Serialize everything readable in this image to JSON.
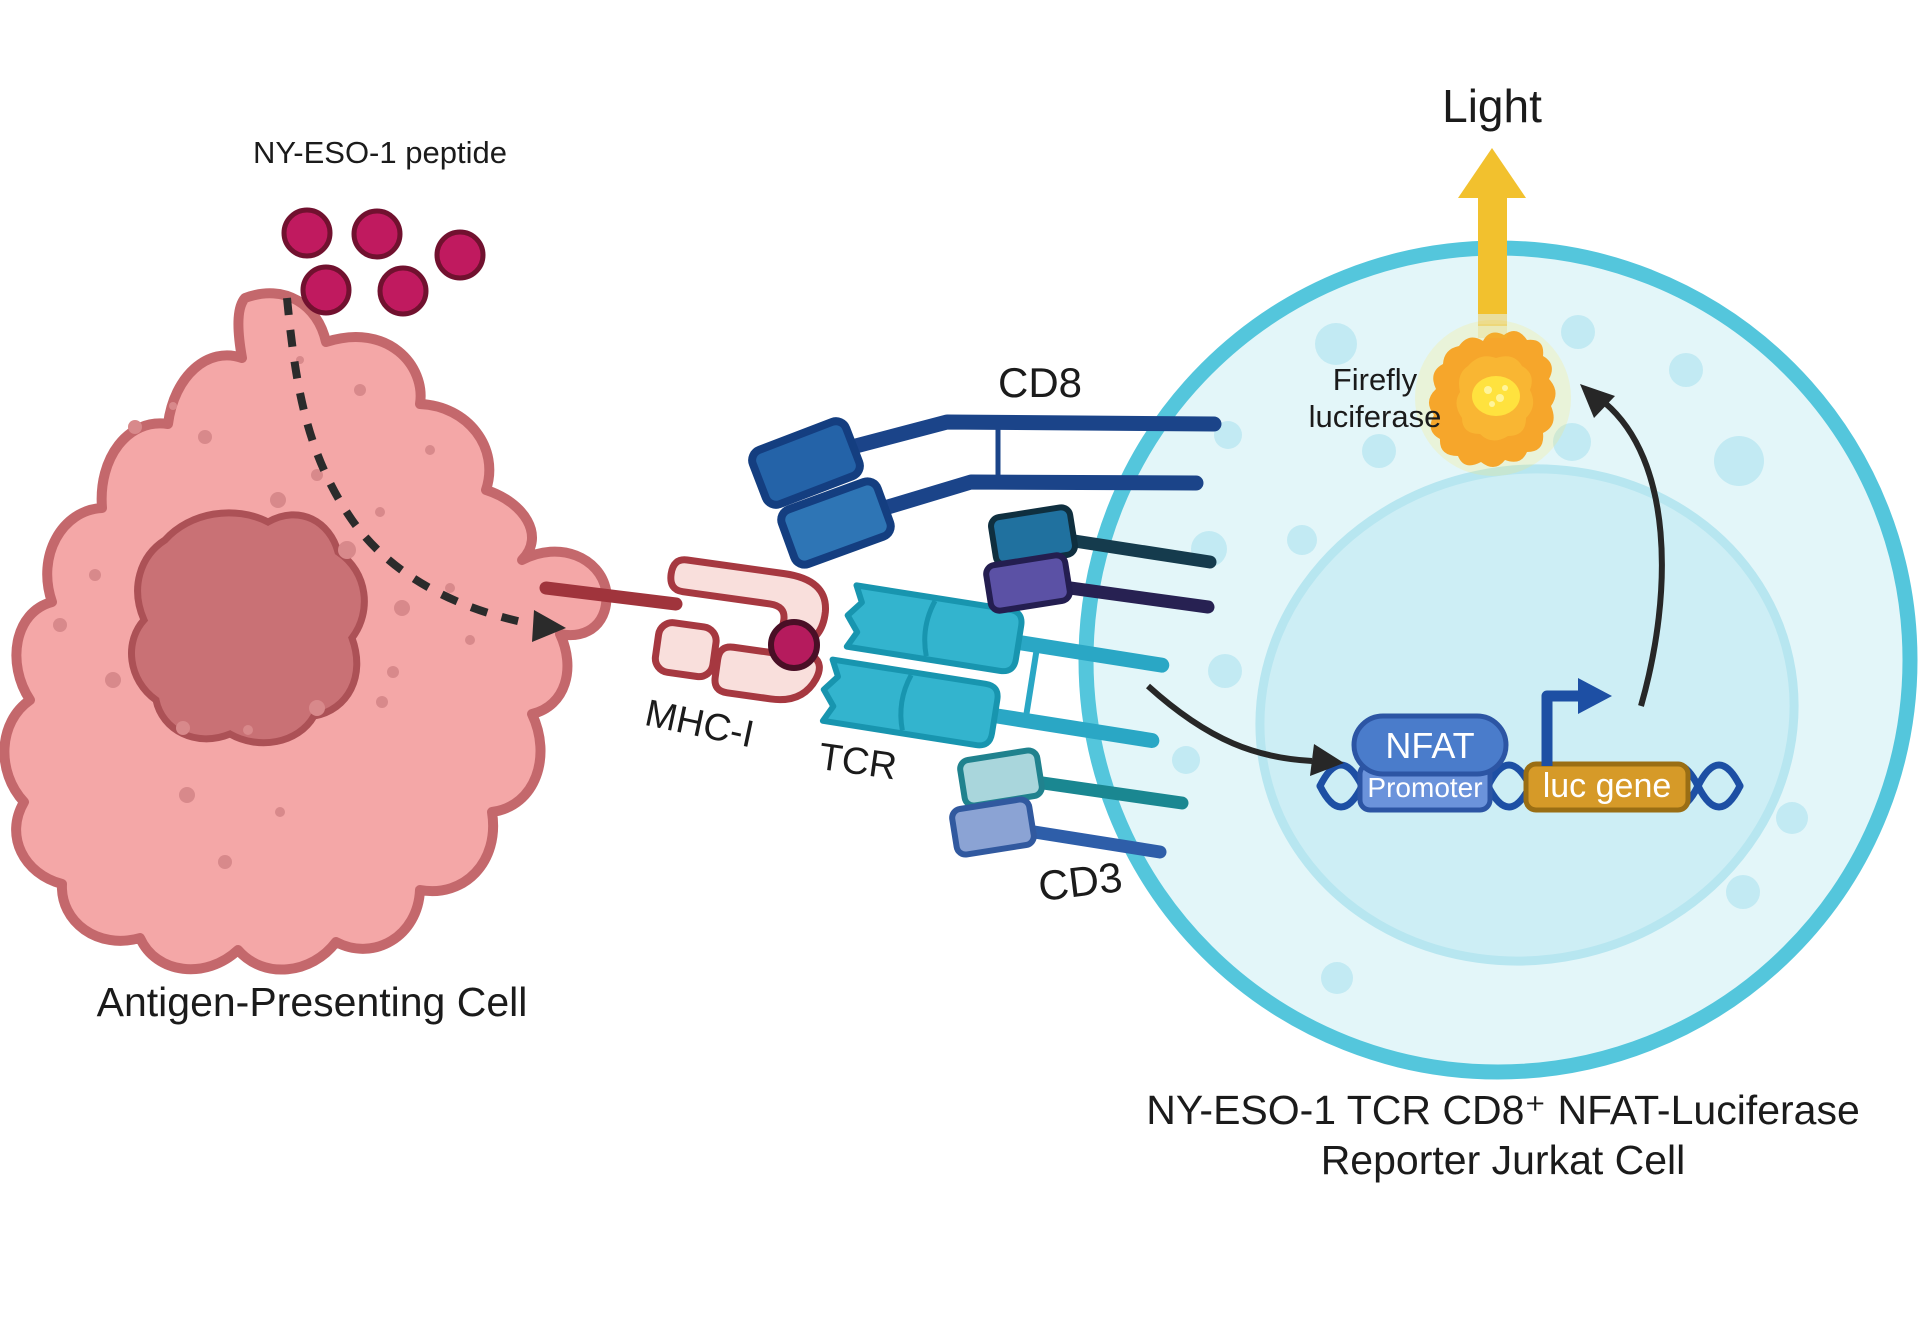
{
  "title": "NY-ESO-1 TCR NFAT-Luciferase reporter Jurkat cell assay diagram",
  "labels": {
    "peptide": "NY-ESO-1 peptide",
    "apc": "Antigen-Presenting Cell",
    "mhc": "MHC-I",
    "tcr": "TCR",
    "cd8": "CD8",
    "cd3": "CD3",
    "light": "Light",
    "firefly_line1": "Firefly",
    "firefly_line2": "luciferase",
    "nfat": "NFAT",
    "promoter": "Promoter",
    "luc_gene": "luc gene",
    "jurkat_line1": "NY-ESO-1 TCR CD8⁺ NFAT-Luciferase",
    "jurkat_line2": "Reporter Jurkat Cell"
  },
  "colors": {
    "apc_fill": "#F4A7A7",
    "apc_border": "#C4686C",
    "apc_nucleus": "#C97175",
    "peptide_dot": "#C01A5F",
    "mhc_fill": "#F9DFDC",
    "mhc_border": "#A63840",
    "tcr_teal": "#33B4CE",
    "cd8_blue": "#2463A8",
    "cd8_stem": "#1B4489",
    "cd3_purple": "#5B51A5",
    "jurkat_membrane": "#54C6DC",
    "jurkat_cytoplasm": "#E3F6F9",
    "jurkat_nucleus": "#CDEEF5",
    "nfat_blue": "#4A7CCB",
    "promoter_blue": "#6B93DB",
    "luc_gold": "#D69A28",
    "dna_blue": "#1D4FA4",
    "light_yellow": "#F2C12E",
    "luciferase_orange": "#F6A62B",
    "arrow_black": "#272727"
  }
}
